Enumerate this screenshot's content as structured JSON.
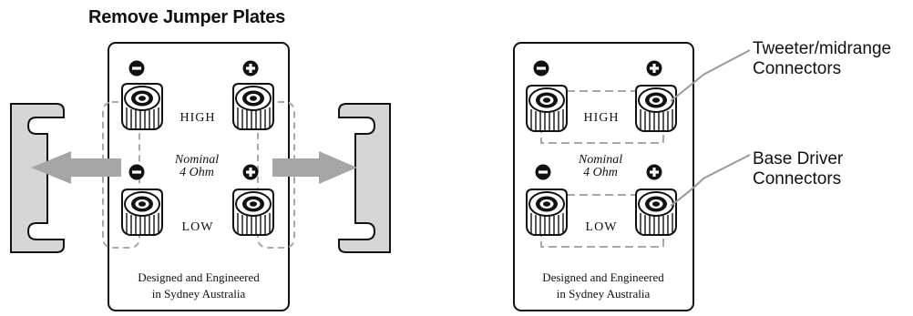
{
  "heading": "Remove Jumper Plates",
  "panel": {
    "terminal_high": "HIGH",
    "terminal_low": "LOW",
    "nominal_line1": "Nominal",
    "nominal_line2": "4 Ohm",
    "footer_line1": "Designed and Engineered",
    "footer_line2": "in Sydney Australia"
  },
  "callouts": {
    "tweeter_line1": "Tweeter/midrange",
    "tweeter_line2": "Connectors",
    "bass_line1": "Base Driver",
    "bass_line2": "Connectors"
  },
  "colors": {
    "outline": "#111111",
    "arrow": "#a6a6a6",
    "plate": "#d6d6d6",
    "dashed": "#a8a8a8",
    "leader": "#9a9a9a"
  },
  "icons": {
    "negative_terminal": "minus-circle-icon",
    "positive_terminal": "plus-circle-icon"
  }
}
